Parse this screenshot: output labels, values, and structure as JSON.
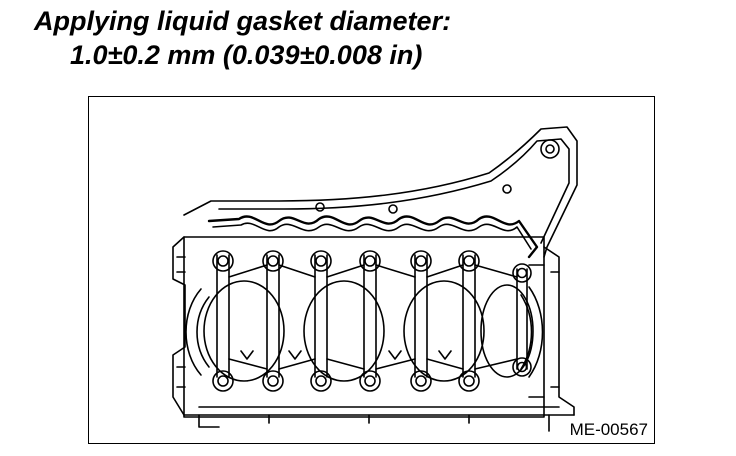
{
  "heading": {
    "line1": "Applying liquid gasket diameter:",
    "line2": "1.0±0.2 mm (0.039±0.008 in)"
  },
  "figure": {
    "code": "ME-00567",
    "subject": "cylinder block with liquid gasket bead applied along the mating edge"
  },
  "colors": {
    "ink": "#000000",
    "paper": "#ffffff"
  }
}
